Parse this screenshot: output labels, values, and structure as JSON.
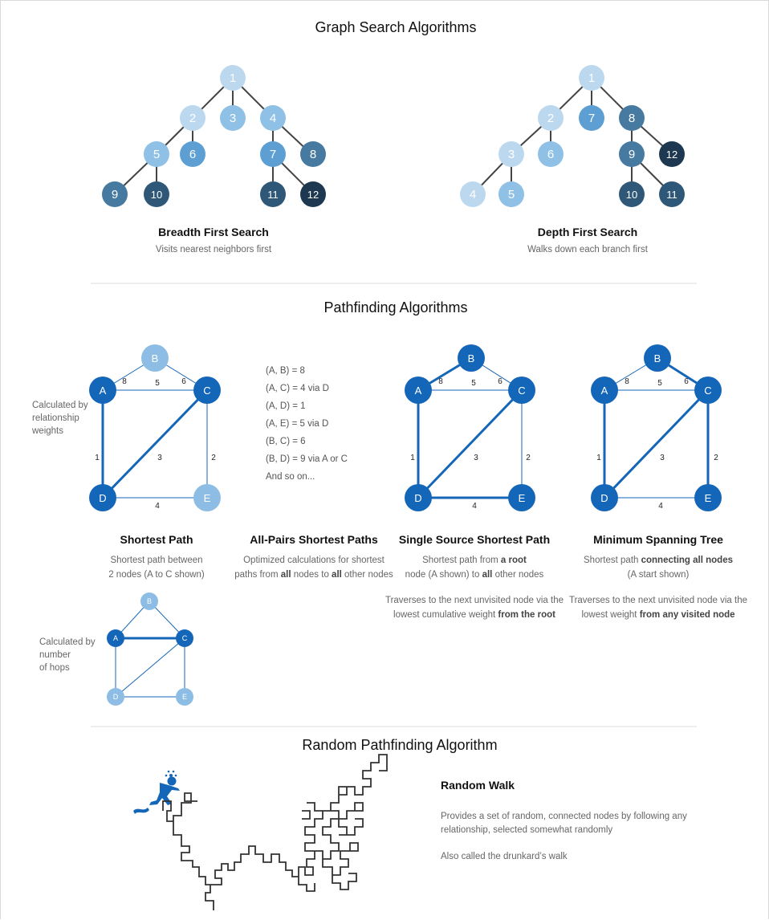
{
  "colors": {
    "c1": "#bcd8ef",
    "c2": "#8fc0e6",
    "c3": "#5d9fd2",
    "c4": "#477aa0",
    "c5": "#2f5878",
    "c6": "#1d3850",
    "blue": "#1466b8",
    "lightblue": "#8dbde5",
    "edge": "#444444"
  },
  "section1": {
    "title": "Graph Search Algorithms",
    "bfs": {
      "title": "Breadth First Search",
      "subtitle": "Visits nearest neighbors first"
    },
    "dfs": {
      "title": "Depth First Search",
      "subtitle": "Walks down each branch first"
    }
  },
  "section2": {
    "title": "Pathfinding Algorithms",
    "side_label_weights": [
      "Calculated by",
      "relationship",
      "weights"
    ],
    "side_label_hops": [
      "Calculated by",
      "number",
      "of hops"
    ],
    "pairs_list": [
      "(A, B) = 8",
      "(A, C) = 4 via D",
      "(A, D) = 1",
      "(A, E) = 5 via D",
      "(B, C) = 6",
      "(B, D) = 9 via A or C",
      "And so on..."
    ],
    "shortest": {
      "title": "Shortest Path",
      "sub1": "Shortest path between",
      "sub2": "2 nodes (A to C shown)"
    },
    "allpairs": {
      "title": "All-Pairs Shortest Paths",
      "sub1": "Optimized calculations for shortest",
      "sub2a": "paths from ",
      "sub2b": "all",
      "sub2c": " nodes to ",
      "sub2d": "all",
      "sub2e": " other nodes"
    },
    "sssp": {
      "title": "Single Source Shortest Path",
      "sub1a": "Shortest path from ",
      "sub1b": "a root",
      "sub2a": "node (A shown) to ",
      "sub2b": "all",
      "sub2c": " other nodes",
      "note1": "Traverses to the next unvisited node via the",
      "note2a": "lowest cumulative weight ",
      "note2b": "from the root"
    },
    "mst": {
      "title": "Minimum Spanning Tree",
      "sub1a": "Shortest path ",
      "sub1b": "connecting all nodes",
      "sub2": "(A start shown)",
      "note1": "Traverses to the next unvisited node via the",
      "note2a": "lowest weight ",
      "note2b": "from any visited node"
    },
    "weights": {
      "AB": "8",
      "BC": "6",
      "AC": "5",
      "AD": "1",
      "DC": "3",
      "CE": "2",
      "DE": "4"
    },
    "node_labels": [
      "A",
      "B",
      "C",
      "D",
      "E"
    ]
  },
  "section3": {
    "title": "Random Pathfinding Algorithm",
    "heading": "Random Walk",
    "desc1": "Provides a set of random, connected nodes by following any",
    "desc2": "relationship, selected somewhat  randomly",
    "desc3": "Also called the drunkard’s walk"
  }
}
